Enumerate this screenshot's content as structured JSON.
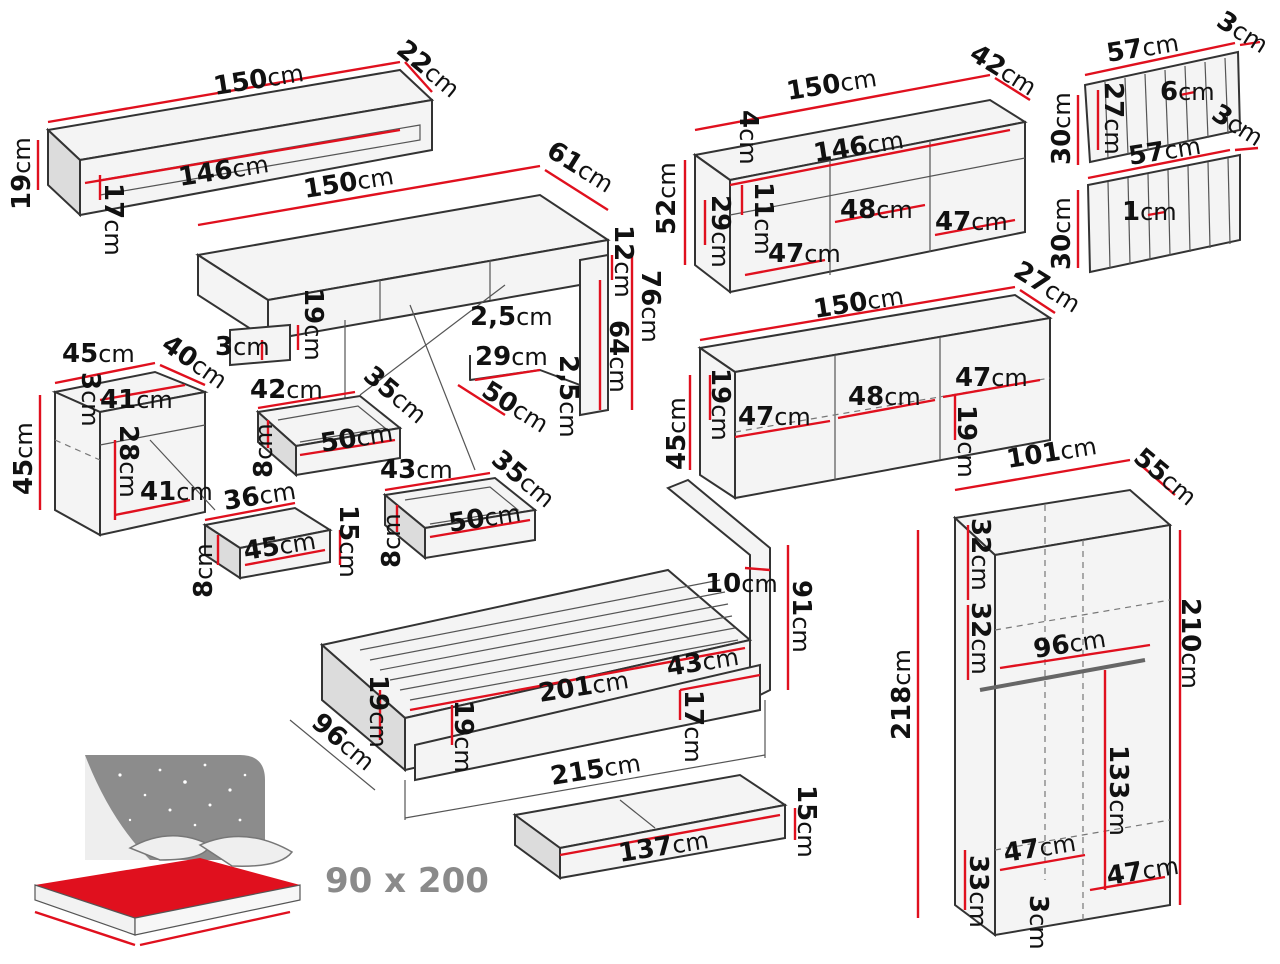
{
  "unit": "cm",
  "size_label": "90 x 200",
  "dims": {
    "shelf_w": "150",
    "shelf_d": "22",
    "shelf_h": "19",
    "shelf_in": "146",
    "shelf_in_h": "17",
    "desk_w": "150",
    "desk_d": "61",
    "desk_top": "12",
    "desk_h": "76",
    "desk_leg": "64",
    "desk_drw_h": "19",
    "desk_3": "3",
    "desk_25a": "2,5",
    "desk_29": "29",
    "desk_50": "50",
    "desk_25b": "2,5",
    "drwA_w": "42",
    "drwA_d": "35",
    "drwA_in": "50",
    "drwA_h": "8",
    "drwB_w": "43",
    "drwB_d": "35",
    "drwB_in": "50",
    "drwB_h": "8",
    "ns_w": "45",
    "ns_d": "40",
    "ns_h": "45",
    "ns_in1": "41",
    "ns_3": "3",
    "ns_28": "28",
    "ns_in2": "41",
    "nsd_w": "36",
    "nsd_in": "45",
    "nsd_h": "15",
    "nsd_h2": "8",
    "dr_w": "150",
    "dr_d": "42",
    "dr_h": "52",
    "dr_4": "4",
    "dr_in": "146",
    "dr_11": "11",
    "dr_48": "48",
    "dr_47a": "47",
    "dr_29": "29",
    "dr_47b": "47",
    "pA_w": "57",
    "pA_d": "3",
    "pA_in": "27",
    "pA_6": "6",
    "pA_h": "30",
    "pB_w": "57",
    "pB_d": "3",
    "pB_1": "1",
    "pB_h": "30",
    "tv_w": "150",
    "tv_d": "27",
    "tv_h": "45",
    "tv_19a": "19",
    "tv_47a": "47",
    "tv_48": "48",
    "tv_47b": "47",
    "tv_19b": "19",
    "bed_hb_d": "10",
    "bed_hb_h": "91",
    "bed_201": "201",
    "bed_43": "43",
    "bed_19a": "19",
    "bed_19b": "19",
    "bed_17": "17",
    "bed_96": "96",
    "bed_215": "215",
    "bd_137": "137",
    "bd_15": "15",
    "wr_w": "101",
    "wr_d": "55",
    "wr_32a": "32",
    "wr_32b": "32",
    "wr_96": "96",
    "wr_210": "210",
    "wr_218": "218",
    "wr_133": "133",
    "wr_47a": "47",
    "wr_47b": "47",
    "wr_33": "33",
    "wr_3": "3"
  }
}
